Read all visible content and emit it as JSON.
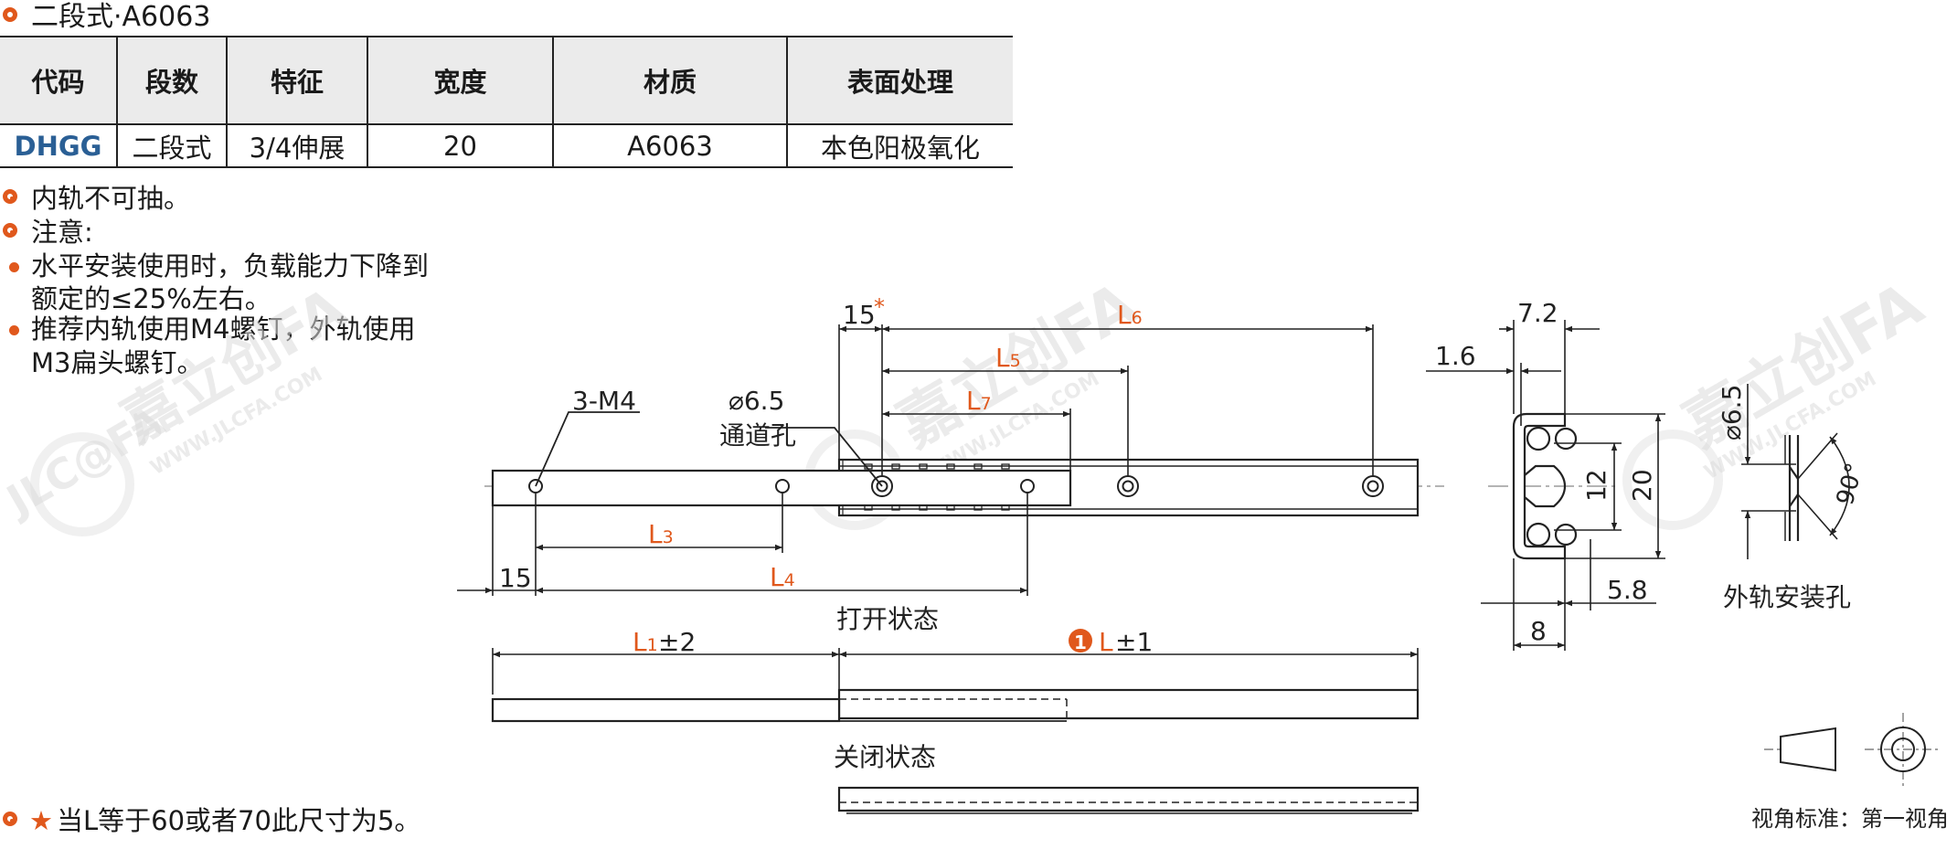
{
  "header": {
    "title": "二段式·A6063"
  },
  "table": {
    "columns": [
      "代码",
      "段数",
      "特征",
      "宽度",
      "材质",
      "表面处理"
    ],
    "rows": [
      [
        "DHGG",
        "二段式",
        "3/4伸展",
        "20",
        "A6063",
        "本色阳极氧化"
      ]
    ]
  },
  "notes": {
    "note1": "内轨不可抽。",
    "note2": "注意:",
    "bullet1_line1": "水平安装使用时，负载能力下降到",
    "bullet1_line2": "额定的≤25%左右。",
    "bullet2_line1": "推荐内轨使用M4螺钉，外轨使用",
    "bullet2_line2": "M3扁头螺钉。",
    "footnote_star": "★",
    "footnote_text": "当L等于60或者70此尺寸为5。"
  },
  "drawing": {
    "label_3m4": "3-M4",
    "label_hole_dia": "⌀6.5",
    "label_through_hole": "通道孔",
    "dim_15_top": "15",
    "dim_star": "*",
    "dim_15_left": "15",
    "label_L1": "L",
    "sub_1": "1",
    "tol_2": "±2",
    "label_L": "L",
    "tol_1": "±1",
    "badge": "1",
    "label_L3": "L",
    "sub_3": "3",
    "label_L4": "L",
    "sub_4": "4",
    "label_L5": "L",
    "sub_5": "5",
    "label_L6": "L",
    "sub_6": "6",
    "label_L7": "L",
    "sub_7": "7",
    "state_open": "打开状态",
    "state_closed": "关闭状态",
    "dim_7_2": "7.2",
    "dim_1_6": "1.6",
    "dim_12": "12",
    "dim_20": "20",
    "dim_5_8": "5.8",
    "dim_8": "8",
    "dim_hole_dia2": "⌀6.5",
    "angle_90": "90°",
    "outer_rail_hole": "外轨安装孔",
    "projection_std": "视角标准：第一视角"
  },
  "watermark": {
    "brand_cn": "嘉立创FA",
    "brand_en": "WWW.JLCFA.COM",
    "logo": "JLC@FA"
  },
  "colors": {
    "accent": "#e0581c",
    "code_blue": "#2a5f95",
    "dim_orange": "#e0581c",
    "header_gray": "#ebebeb"
  }
}
